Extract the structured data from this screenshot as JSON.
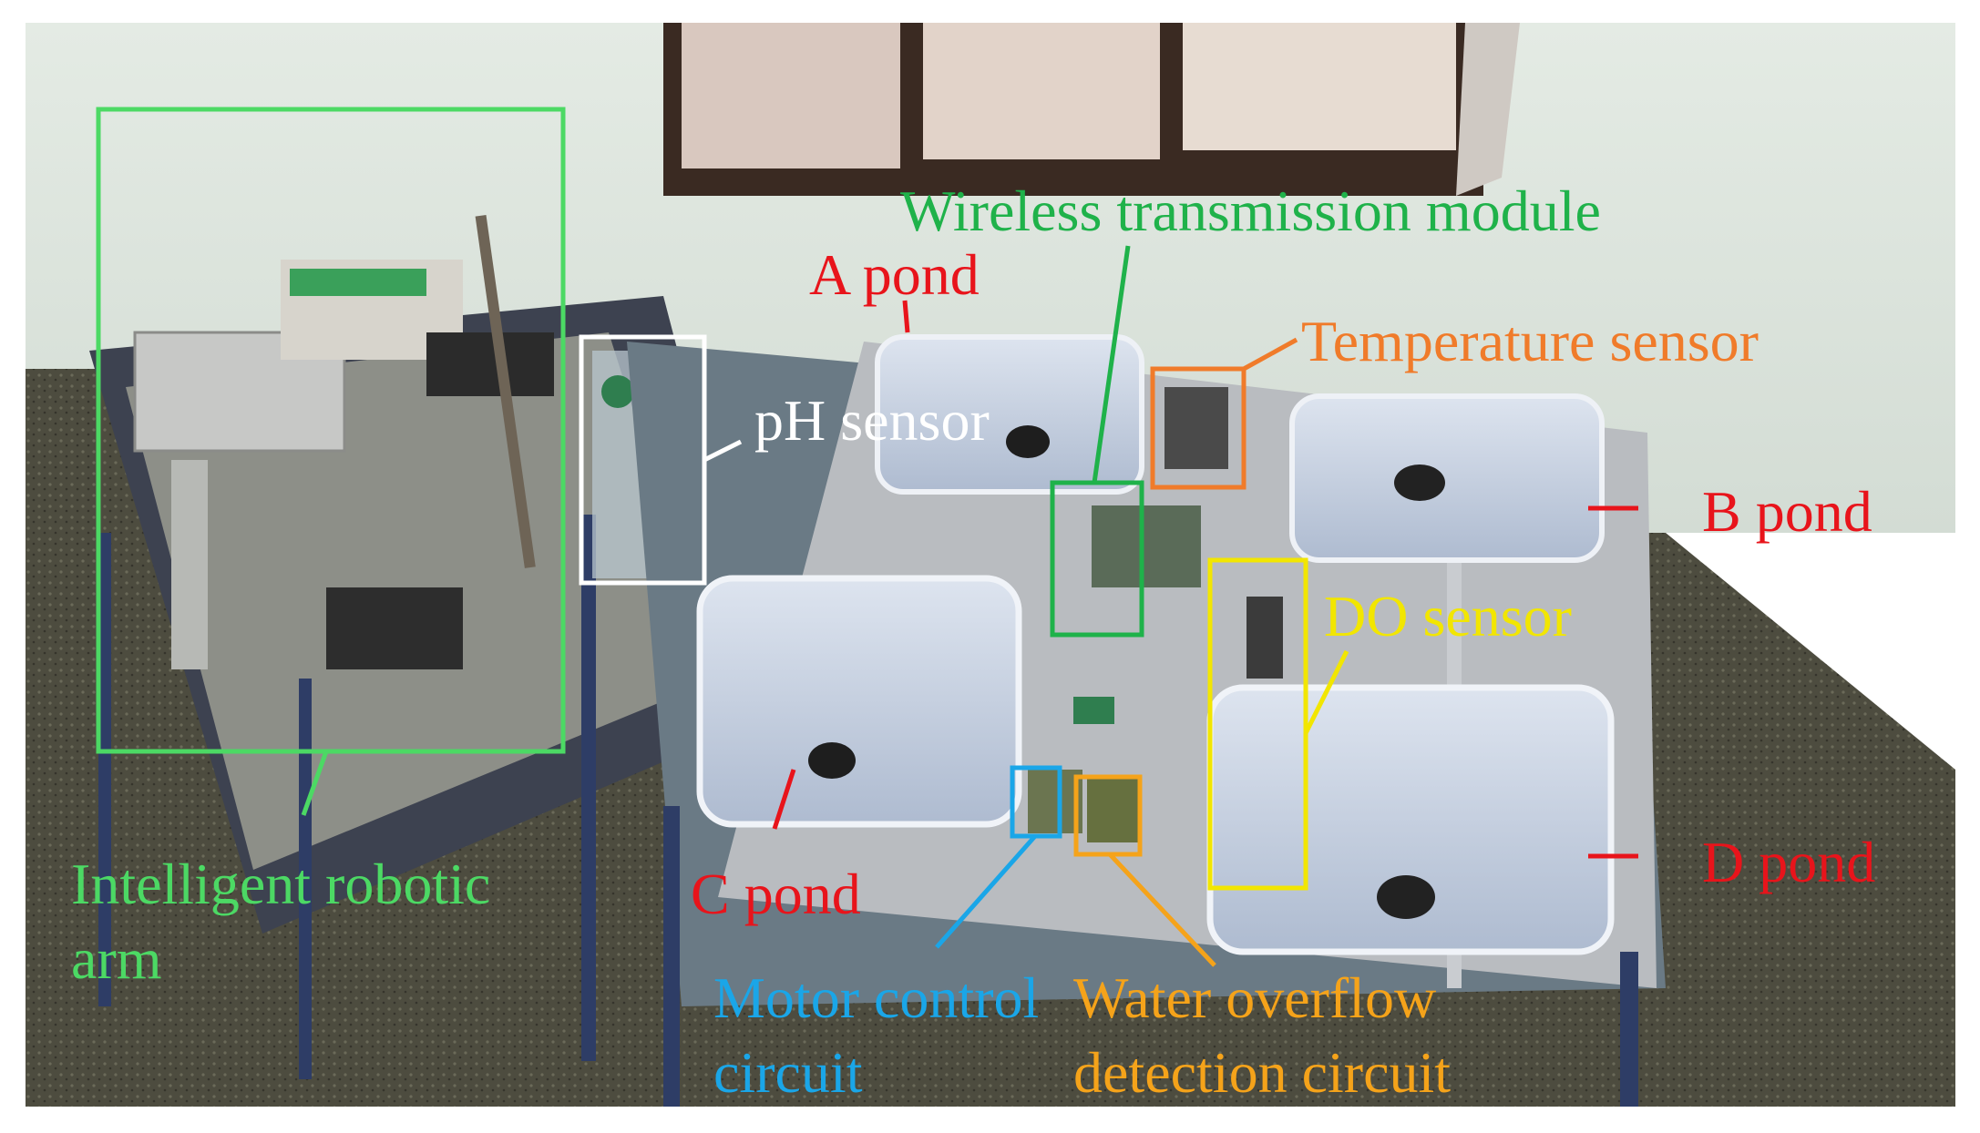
{
  "labels": {
    "wireless": "Wireless transmission module",
    "a_pond": "A pond",
    "temperature": "Temperature sensor",
    "ph": "pH sensor",
    "b_pond": "B pond",
    "do_sensor": "DO sensor",
    "c_pond": "C pond",
    "d_pond": "D pond",
    "robotic_line1": "Intelligent robotic",
    "robotic_line2": "arm",
    "motor_line1": "Motor control",
    "motor_line2": "circuit",
    "overflow_line1": "Water overflow",
    "overflow_line2": "detection circuit"
  },
  "colors": {
    "robotic_arm": "#4cd964",
    "wireless": "#1fb24a",
    "ph_sensor": "#ffffff",
    "temperature": "#f07b2a",
    "pond": "#e8141b",
    "do_sensor": "#f2e600",
    "motor": "#1aa6e8",
    "overflow": "#f5a31a"
  }
}
